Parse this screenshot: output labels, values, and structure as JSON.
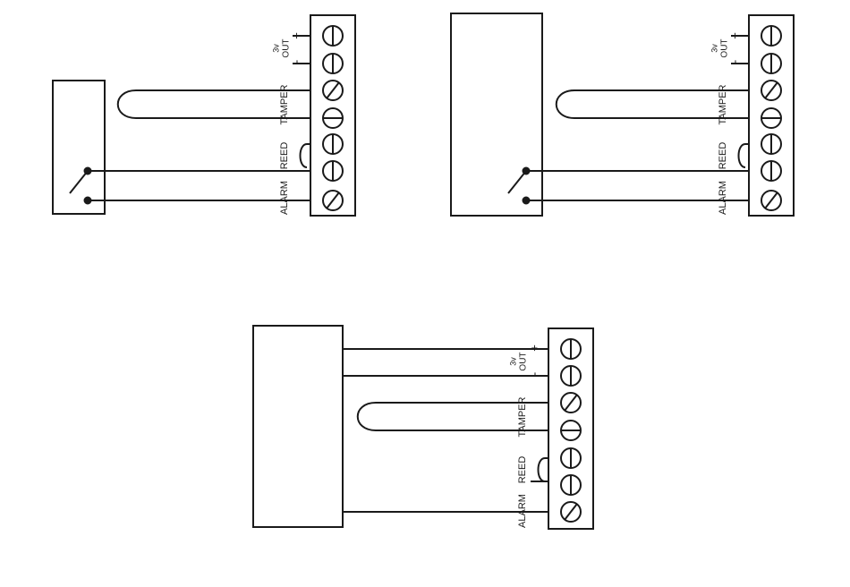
{
  "labels": {
    "out_top": "3v",
    "out_bottom": "OUT",
    "plus": "+",
    "minus": "-",
    "tamper": "TAMPER",
    "reed": "REED",
    "alarm": "ALARM"
  },
  "diagrams": [
    {
      "id": "reed-switch-wiring",
      "device_has_switch": true,
      "uses_power_output": false
    },
    {
      "id": "reed-switch-large-device",
      "device_has_switch": true,
      "uses_power_output": false
    },
    {
      "id": "powered-device-wiring",
      "device_has_switch": false,
      "uses_power_output": true
    }
  ],
  "terminals": [
    "out-plus",
    "out-minus",
    "tamper-1",
    "tamper-2",
    "reed-1",
    "reed-2",
    "alarm"
  ],
  "colors": {
    "line": "#1a1a1a",
    "background": "#ffffff"
  }
}
